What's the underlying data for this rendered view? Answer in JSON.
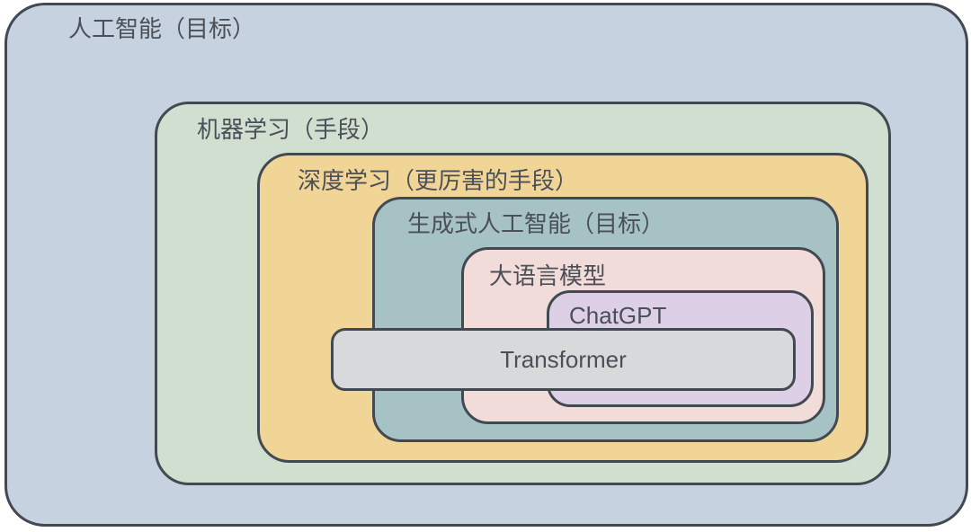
{
  "diagram": {
    "description": "nested-ai-concepts-diagram",
    "background_color": "#ffffff",
    "border_color": "#434951",
    "text_color": "#4b5058",
    "boxes": [
      {
        "id": "artificial-intelligence",
        "label": "人工智能（目标）",
        "fill": "#c7d2e0"
      },
      {
        "id": "machine-learning",
        "label": "机器学习（手段）",
        "fill": "#d0dfcf"
      },
      {
        "id": "deep-learning",
        "label": "深度学习（更厉害的手段）",
        "fill": "#f1d596"
      },
      {
        "id": "generative-ai",
        "label": "生成式人工智能（目标）",
        "fill": "#a6c2c5"
      },
      {
        "id": "large-language-model",
        "label": "大语言模型",
        "fill": "#f2dcda"
      },
      {
        "id": "chatgpt",
        "label": "ChatGPT",
        "fill": "#dccfe6"
      },
      {
        "id": "transformer",
        "label": "Transformer",
        "fill": "#d8d9da"
      }
    ]
  }
}
